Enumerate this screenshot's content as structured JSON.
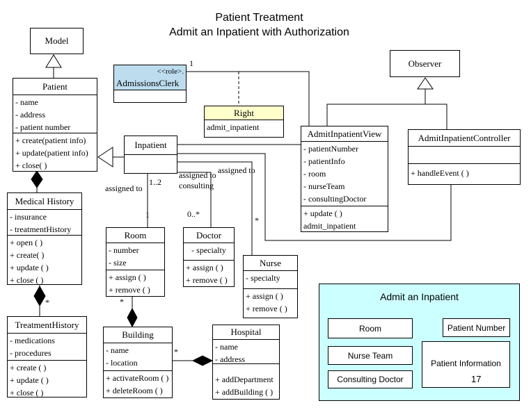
{
  "title": {
    "line1": "Patient Treatment",
    "line2": "Admit an Inpatient with Authorization"
  },
  "colors": {
    "role_fill": "#bdddef",
    "right_fill": "#ffffcc",
    "panel_fill": "#ccffff",
    "line": "#000000"
  },
  "classes": {
    "model": {
      "name": "Model"
    },
    "patient": {
      "name": "Patient",
      "attributes": [
        "- name",
        "- address",
        "- patient number"
      ],
      "methods": [
        "+ create(patient info)",
        "+ update(patient info)",
        "+ close( )"
      ]
    },
    "admissions_clerk": {
      "stereotype": "<<role>.",
      "name": "AdmissionsClerk"
    },
    "right": {
      "name": "Right",
      "attributes": [
        "admit_inpatient"
      ]
    },
    "observer": {
      "name": "Observer"
    },
    "inpatient": {
      "name": "Inpatient"
    },
    "admit_inpatient_view": {
      "name": "AdmitInpatientView",
      "attributes": [
        "- patientNumber",
        "- patientInfo",
        "- room",
        "- nurseTeam",
        "- consultingDoctor"
      ],
      "methods": [
        "+ update ( )",
        "admit_inpatient"
      ]
    },
    "admit_inpatient_controller": {
      "name": "AdmitInpatientController",
      "methods": [
        "+ handleEvent ( )"
      ]
    },
    "medical_history": {
      "name": "Medical History",
      "attributes": [
        "- insurance",
        "- treatmentHistory"
      ],
      "methods": [
        "+ open ( )",
        "+ create( )",
        "+ update ( )",
        "+ close ( )"
      ]
    },
    "treatment_history": {
      "name": "TreatmentHistory",
      "attributes": [
        "- medications",
        "- procedures"
      ],
      "methods": [
        "+ create ( )",
        "+ update ( )",
        "+ close ( )"
      ]
    },
    "room": {
      "name": "Room",
      "attributes": [
        "- number",
        "- size"
      ],
      "methods": [
        "+ assign ( )",
        "+ remove ( )"
      ]
    },
    "doctor": {
      "name": "Doctor",
      "attributes": [
        "- specialty"
      ],
      "methods": [
        "+ assign ( )",
        "+ remove ( )"
      ]
    },
    "nurse": {
      "name": "Nurse",
      "attributes": [
        "- specialty"
      ],
      "methods": [
        "+ assign ( )",
        "+ remove ( )"
      ]
    },
    "building": {
      "name": "Building",
      "attributes": [
        "- name",
        "- location"
      ],
      "methods": [
        "+ activateRoom ( )",
        "+ deleteRoom ( )"
      ]
    },
    "hospital": {
      "name": "Hospital",
      "attributes": [
        "- name",
        "- address"
      ],
      "methods": [
        "+ addDepartment",
        "+ addBuilding ( )"
      ]
    }
  },
  "edge_labels": {
    "clerk_mult": "1",
    "room_mult_near": "1..2",
    "room_mult_far": "1",
    "room_assigned": "assigned to",
    "doctor_assigned": "assigned to consulting",
    "doctor_mult": "0..*",
    "nurse_assigned": "assigned to",
    "nurse_mult": "*",
    "treatment_mult": "*",
    "building_mult": "*",
    "hospital_mult": "*"
  },
  "panel": {
    "title": "Admit an Inpatient",
    "room_label": "Room",
    "patient_number_label": "Patient Number",
    "nurse_team_label": "Nurse Team",
    "patient_information_label": "Patient Information",
    "consulting_doctor_label": "Consulting Doctor",
    "page_number": "17"
  }
}
